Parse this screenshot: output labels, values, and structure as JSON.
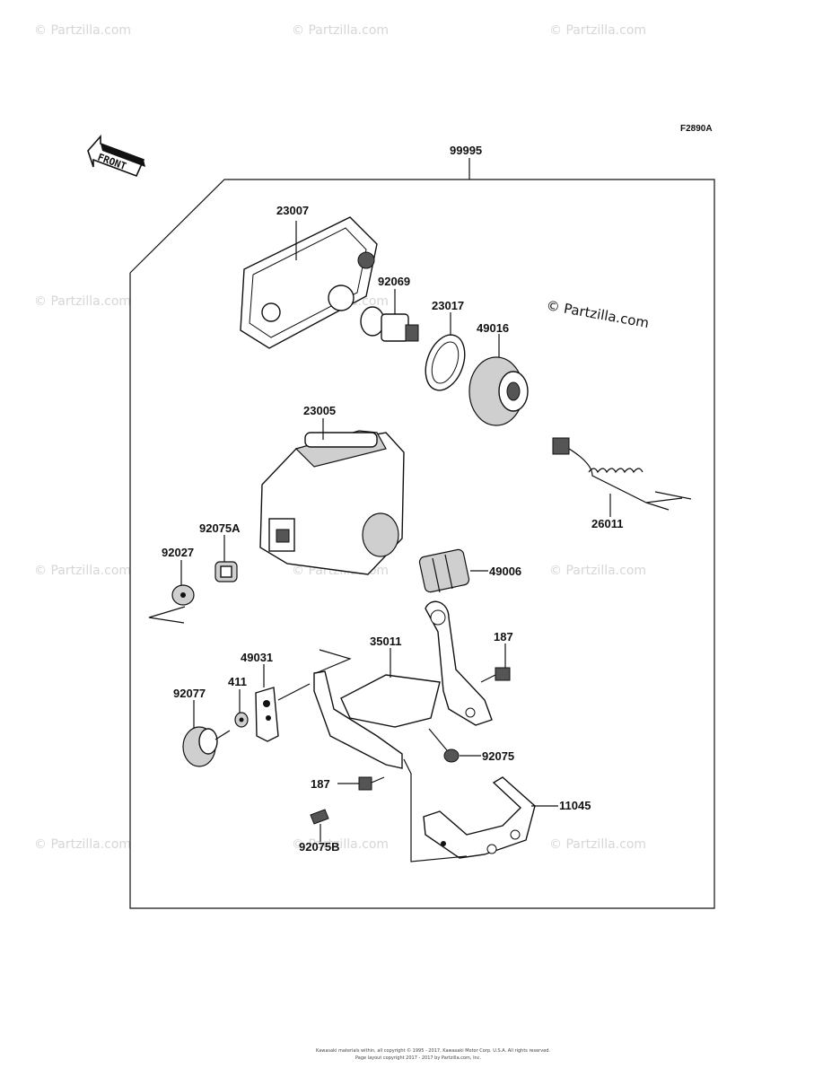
{
  "diagram_code": "F2890A",
  "front_arrow_label": "FRONT",
  "watermark": "© Partzilla.com",
  "center_watermark": "© Partzilla.com",
  "footer_line1": "Kawasaki materials within, all copyright © 1995 - 2017, Kawasaki Motor Corp. U.S.A. All rights reserved.",
  "footer_line2": "Page layout copyright 2017 - 2017 by Partzilla.com, Inc.",
  "parts": {
    "p99995": "99995",
    "p23007": "23007",
    "p92069": "92069",
    "p23017": "23017",
    "p49016": "49016",
    "p23005": "23005",
    "p26011": "26011",
    "p92075A": "92075A",
    "p92027": "92027",
    "p49006": "49006",
    "p35011": "35011",
    "p187a": "187",
    "p49031": "49031",
    "p411": "411",
    "p92077": "92077",
    "p92075": "92075",
    "p187b": "187",
    "p11045": "11045",
    "p92075B": "92075B"
  }
}
